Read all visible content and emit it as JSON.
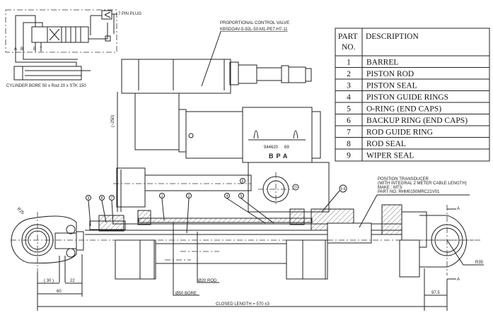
{
  "schematic": {
    "plug_label": "7 PIN PLUG",
    "caption": "CYLINDER BORE 50 x Rod 20 x STK 150",
    "ports": [
      "A",
      "B",
      "P",
      "T"
    ]
  },
  "valve": {
    "title": "PROPORTIONAL CONTROL VALVE",
    "part_no": "KBSDG4V-5-92L-50-M1-PE7-H7-11",
    "plate_code": "944620",
    "plate_code2": "69",
    "brand": "BPA",
    "port_d": "D"
  },
  "transducer": {
    "line1": "POSITION TRANSDUCER",
    "line2": "(WITH INTEGRAL 2 METER CABLE LENGTH)",
    "line3": "MAKE : MTS",
    "line4": "PART NO. RHM0150MRC21V01"
  },
  "dimensions": {
    "height": "(~250)",
    "r_left": "R25",
    "r_right": "R35",
    "d30": "( 30 )",
    "d22": "22",
    "d60": "60",
    "d975": "97.5",
    "rod": "Ø20 ROD",
    "bore": "Ø50 BORE",
    "closed_length": "CLOSED LENGTH = 570 ±3",
    "section": "A"
  },
  "balloons": [
    "1",
    "2",
    "4",
    "5",
    "6",
    "7",
    "8",
    "9",
    "5,6"
  ],
  "parts_table": {
    "header_part": "PART",
    "header_no": "NO.",
    "header_desc": "DESCRIPTION",
    "rows": [
      {
        "no": "1",
        "desc": "BARREL"
      },
      {
        "no": "2",
        "desc": "PISTON ROD"
      },
      {
        "no": "3",
        "desc": "PISTON SEAL"
      },
      {
        "no": "4",
        "desc": "PISTON GUIDE RINGS"
      },
      {
        "no": "5",
        "desc": "O-RING (END CAPS)"
      },
      {
        "no": "6",
        "desc": "BACKUP RING (END CAPS)"
      },
      {
        "no": "7",
        "desc": "ROD GUIDE RING"
      },
      {
        "no": "8",
        "desc": "ROD SEAL"
      },
      {
        "no": "9",
        "desc": "WIPER SEAL"
      }
    ]
  }
}
